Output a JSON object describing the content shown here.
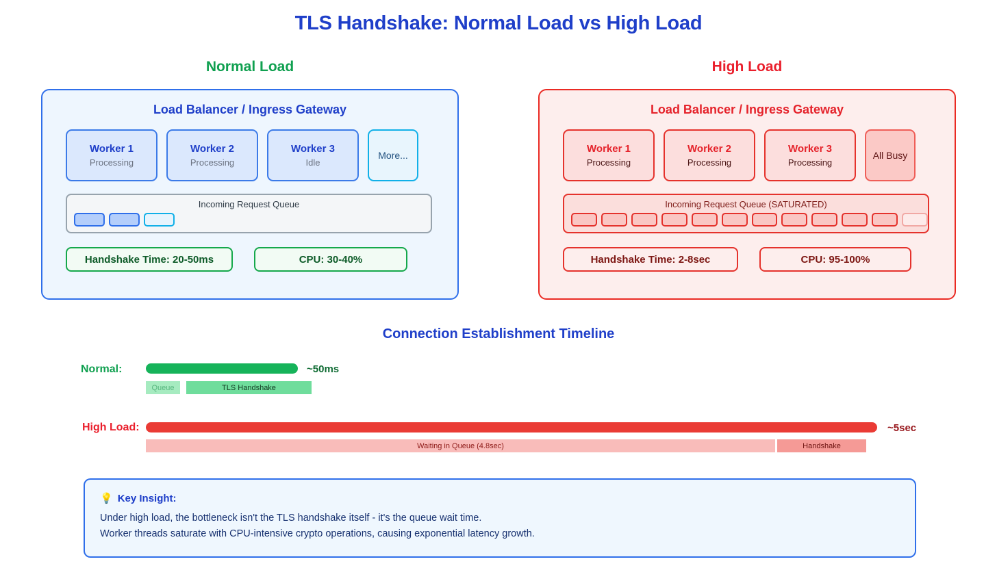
{
  "title": "TLS Handshake: Normal Load vs High Load",
  "accent_colors": {
    "title_blue": "#1f3fc9",
    "normal_green": "#10a050",
    "high_red": "#ea1f2c",
    "panel_blue_bg": "#eef6fe",
    "panel_red_bg": "#fdeeed",
    "bar_green": "#16b35a",
    "bar_red": "#ea3b35"
  },
  "panels": [
    {
      "heading": "Normal Load",
      "subtitle": "Load Balancer / Ingress Gateway",
      "workers": [
        {
          "name": "Worker 1",
          "status": "Processing"
        },
        {
          "name": "Worker 2",
          "status": "Processing"
        },
        {
          "name": "Worker 3",
          "status": "Idle"
        }
      ],
      "overflow_label": "More...",
      "queue": {
        "label": "Incoming Request Queue",
        "blocks": [
          "filled",
          "filled",
          "empty"
        ]
      },
      "metrics": [
        "Handshake Time: 20-50ms",
        "CPU: 30-40%"
      ]
    },
    {
      "heading": "High Load",
      "subtitle": "Load Balancer / Ingress Gateway",
      "workers": [
        {
          "name": "Worker 1",
          "status": "Processing"
        },
        {
          "name": "Worker 2",
          "status": "Processing"
        },
        {
          "name": "Worker 3",
          "status": "Processing"
        }
      ],
      "overflow_label": "All Busy",
      "queue": {
        "label": "Incoming Request Queue (SATURATED)",
        "blocks": [
          "filled",
          "filled",
          "filled",
          "filled",
          "filled",
          "filled",
          "filled",
          "filled",
          "filled",
          "filled",
          "filled",
          "empty"
        ]
      },
      "metrics": [
        "Handshake Time: 2-8sec",
        "CPU: 95-100%"
      ]
    }
  ],
  "timeline": {
    "title": "Connection Establishment Timeline",
    "rows": [
      {
        "label": "Normal:",
        "total": "~50ms",
        "segments": [
          {
            "name": "Queue",
            "label": "Queue"
          },
          {
            "name": "TLS Handshake",
            "label": "TLS Handshake"
          }
        ]
      },
      {
        "label": "High Load:",
        "total": "~5sec",
        "segments": [
          {
            "name": "Waiting in Queue",
            "label": "Waiting in Queue (4.8sec)"
          },
          {
            "name": "Handshake",
            "label": "Handshake"
          }
        ]
      }
    ]
  },
  "insight": {
    "icon": "bulb-icon",
    "icon_glyph": "💡",
    "heading": "Key Insight:",
    "lines": [
      "Under high load, the bottleneck isn't the TLS handshake itself - it's the queue wait time.",
      "Worker threads saturate with CPU-intensive crypto operations, causing exponential latency growth."
    ]
  }
}
